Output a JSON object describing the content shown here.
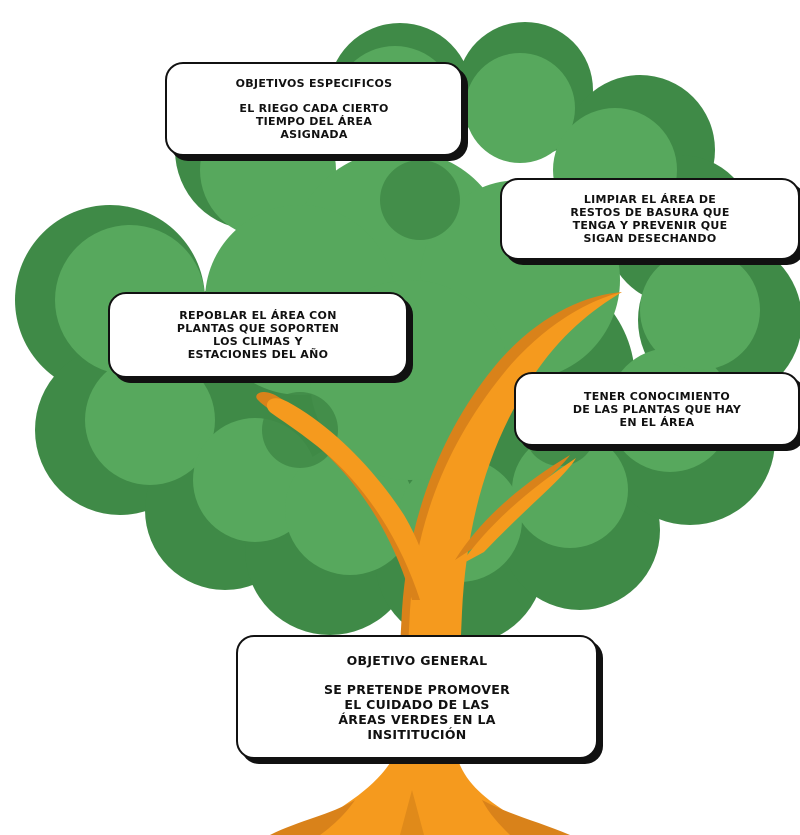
{
  "colors": {
    "foliage_light": "#57a85d",
    "foliage_dark": "#3f8a47",
    "trunk_light": "#f59a1e",
    "trunk_dark": "#d9821a",
    "box_border": "#111111",
    "box_fill": "#ffffff"
  },
  "objetivos_especificos": {
    "heading": "OBJETIVOS ESPECIFICOS",
    "lines": [
      "EL RIEGO CADA CIERTO",
      "TIEMPO DEL ÁREA",
      "ASIGNADA"
    ]
  },
  "limpiar": {
    "lines": [
      "LIMPIAR EL ÁREA DE",
      "RESTOS DE BASURA QUE",
      "TENGA Y PREVENIR QUE",
      "SIGAN DESECHANDO"
    ]
  },
  "repoblar": {
    "lines": [
      "REPOBLAR EL ÁREA CON",
      "PLANTAS QUE SOPORTEN",
      "LOS CLIMAS Y",
      "ESTACIONES DEL AÑO"
    ]
  },
  "conocimiento": {
    "lines": [
      "TENER CONOCIMIENTO",
      "DE LAS PLANTAS QUE HAY",
      "EN EL ÁREA"
    ]
  },
  "objetivo_general": {
    "heading": "OBJETIVO GENERAL",
    "lines": [
      "SE PRETENDE PROMOVER",
      "EL CUIDADO DE LAS",
      "ÁREAS VERDES EN LA",
      "INSITITUCIÓN"
    ]
  }
}
